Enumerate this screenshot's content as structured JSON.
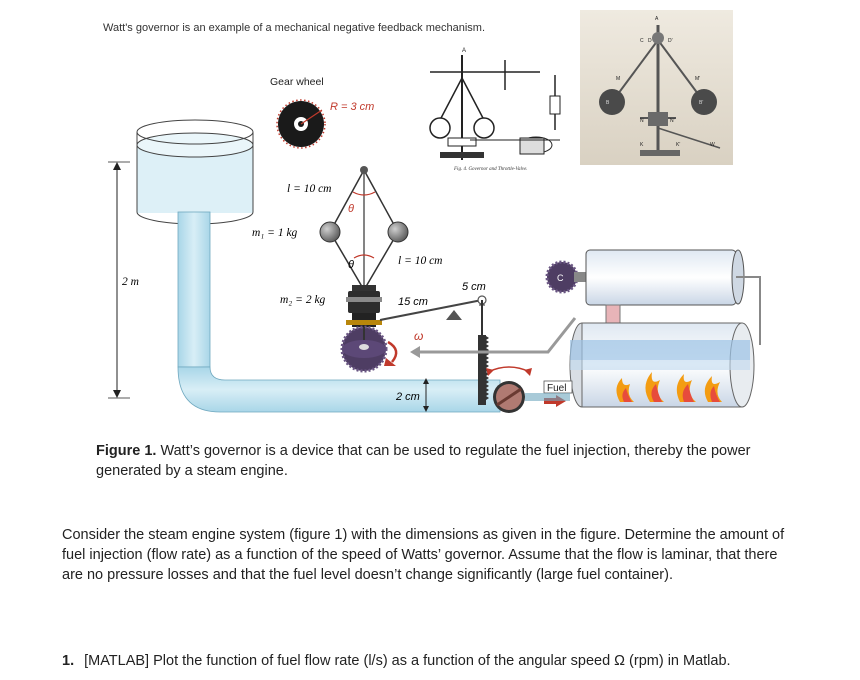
{
  "intro": "Watt's governor is an example of a mechanical negative feedback mechanism.",
  "diagram": {
    "gear_label": "Gear wheel",
    "radius_label": "R = 3 cm",
    "arm_length_top": "l = 10 cm",
    "arm_length_side": "l = 10 cm",
    "angle_top": "θ",
    "angle_bottom": "θ",
    "mass1_label": "m₁ = 1 kg",
    "mass2_label": "m₂ = 2 kg",
    "lever_short": "15 cm",
    "lever_pivot": "5 cm",
    "omega": "ω",
    "tank_height": "2 m",
    "pipe_height": "2 cm",
    "fuel_label": "Fuel",
    "cylinder_letter": "C",
    "engraving_caption": "Fig. 4. Governor and Throttle-Valve.",
    "photo_letters": [
      "A",
      "C",
      "D",
      "D'",
      "M",
      "M'",
      "B",
      "B'",
      "N",
      "N'",
      "K",
      "K'",
      "W"
    ]
  },
  "figure_caption": {
    "label": "Figure 1.",
    "text": " Watt’s governor is a device that can be used to regulate the fuel injection, thereby the power generated by a steam engine."
  },
  "paragraph": "Consider the steam engine system (figure 1) with the dimensions as given in the figure. Determine the amount of fuel injection (flow rate) as a function of the speed of Watts’ governor. Assume that the flow is laminar, that there are no pressure losses and that the fuel level doesn’t change significantly (large fuel container).",
  "question": {
    "number": "1.",
    "text": "[MATLAB] Plot the function of fuel flow rate (l/s) as a function of the angular speed Ω (rpm) in Matlab."
  }
}
